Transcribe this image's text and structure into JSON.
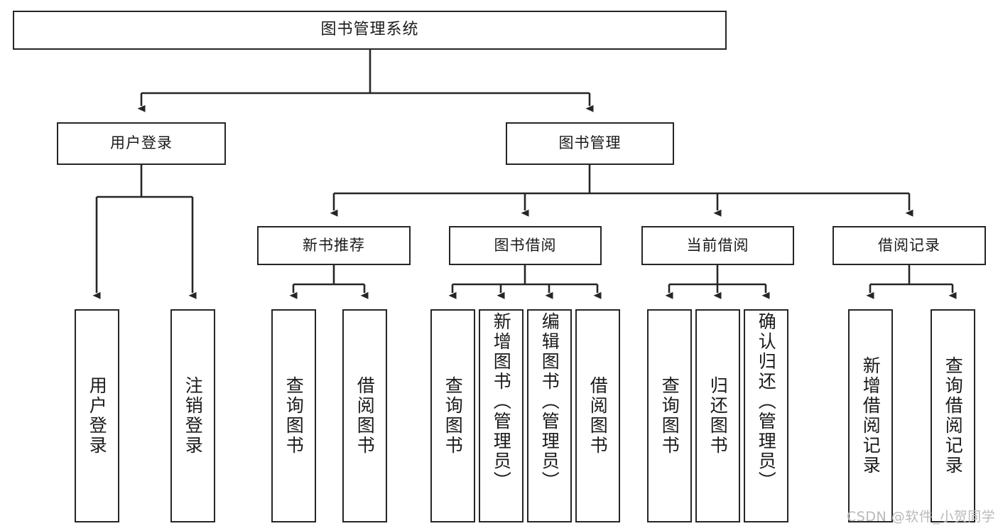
{
  "diagram": {
    "title": "图书管理系统",
    "type": "tree-hierarchy-diagram",
    "orientation": "top-down",
    "style": {
      "box_border_color": "#262626",
      "box_fill_color": "#ffffff",
      "edge_color": "#262626",
      "text_color": "#1a1a1a",
      "background": "#ffffff",
      "watermark_color": "#b9b9b9"
    },
    "watermark": "CSDN @软件_小贺同学"
  },
  "nodes": {
    "root": {
      "label": "图书管理系统"
    },
    "tier2": [
      {
        "id": "user-login",
        "label": "用户登录"
      },
      {
        "id": "book-management",
        "label": "图书管理"
      }
    ],
    "tier3": [
      {
        "id": "new-book-recommend",
        "label": "新书推荐"
      },
      {
        "id": "book-borrow",
        "label": "图书借阅"
      },
      {
        "id": "current-borrow",
        "label": "当前借阅"
      },
      {
        "id": "borrow-record",
        "label": "借阅记录"
      }
    ],
    "leaves": {
      "user_login": [
        {
          "id": "leaf-user-login",
          "label": "用户登录"
        },
        {
          "id": "leaf-user-logout",
          "label": "注销登录"
        }
      ],
      "new_book_recommend": [
        {
          "id": "leaf-query-book-1",
          "label": "查询图书"
        },
        {
          "id": "leaf-borrow-book-1",
          "label": "借阅图书"
        }
      ],
      "book_borrow": [
        {
          "id": "leaf-query-book-2",
          "label": "查询图书"
        },
        {
          "id": "leaf-add-book",
          "label": "新增图书（管理员）"
        },
        {
          "id": "leaf-edit-book",
          "label": "编辑图书（管理员）"
        },
        {
          "id": "leaf-borrow-book-2",
          "label": "借阅图书"
        }
      ],
      "current_borrow": [
        {
          "id": "leaf-query-book-3",
          "label": "查询图书"
        },
        {
          "id": "leaf-return-book",
          "label": "归还图书"
        },
        {
          "id": "leaf-confirm-return",
          "label": "确认归还（管理员）"
        }
      ],
      "borrow_record": [
        {
          "id": "leaf-add-record",
          "label": "新增借阅记录"
        },
        {
          "id": "leaf-query-record",
          "label": "查询借阅记录"
        }
      ]
    }
  },
  "chart_data": {
    "type": "tree",
    "title": "图书管理系统",
    "root": "图书管理系统",
    "edges": [
      [
        "图书管理系统",
        "用户登录"
      ],
      [
        "图书管理系统",
        "图书管理"
      ],
      [
        "用户登录",
        "用户登录"
      ],
      [
        "用户登录",
        "注销登录"
      ],
      [
        "图书管理",
        "新书推荐"
      ],
      [
        "图书管理",
        "图书借阅"
      ],
      [
        "图书管理",
        "当前借阅"
      ],
      [
        "图书管理",
        "借阅记录"
      ],
      [
        "新书推荐",
        "查询图书"
      ],
      [
        "新书推荐",
        "借阅图书"
      ],
      [
        "图书借阅",
        "查询图书"
      ],
      [
        "图书借阅",
        "新增图书（管理员）"
      ],
      [
        "图书借阅",
        "编辑图书（管理员）"
      ],
      [
        "图书借阅",
        "借阅图书"
      ],
      [
        "当前借阅",
        "查询图书"
      ],
      [
        "当前借阅",
        "归还图书"
      ],
      [
        "当前借阅",
        "确认归还（管理员）"
      ],
      [
        "借阅记录",
        "新增借阅记录"
      ],
      [
        "借阅记录",
        "查询借阅记录"
      ]
    ],
    "depth": 4,
    "node_count": 20
  }
}
